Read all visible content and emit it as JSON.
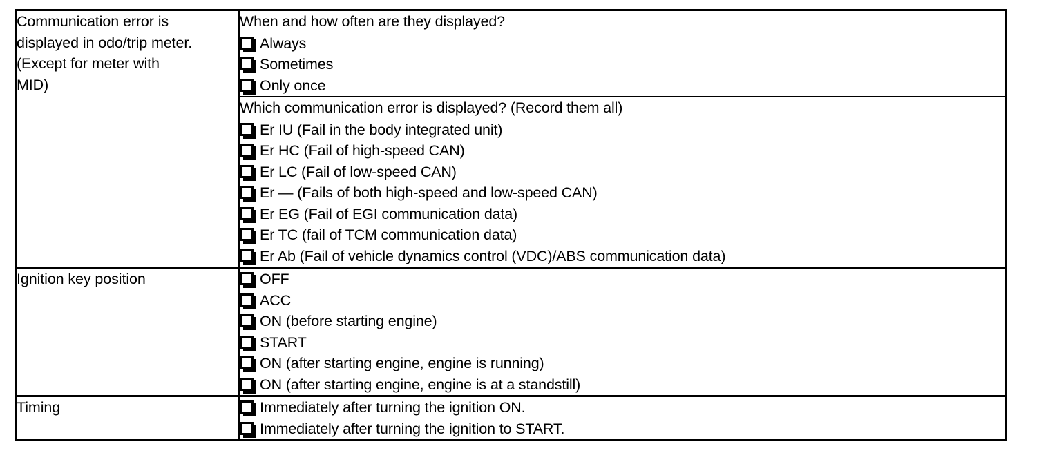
{
  "document": {
    "type": "inspection-checklist-table",
    "checkbox_icon": "empty-checkbox-icon"
  },
  "rows": [
    {
      "label": "Communication error is\ndisplayed in odo/trip meter.\n(Except for meter with\nMID)",
      "blocks": [
        {
          "question": "When and how often are they displayed?",
          "options": [
            "Always",
            "Sometimes",
            "Only once"
          ]
        },
        {
          "question": "Which communication error is displayed? (Record them all)",
          "options": [
            "Er IU (Fail in the body integrated unit)",
            "Er HC (Fail of high-speed CAN)",
            "Er LC (Fail of low-speed CAN)",
            "Er — (Fails of both high-speed and low-speed CAN)",
            "Er EG (Fail of EGI communication data)",
            "Er TC (fail of TCM communication data)",
            "Er Ab (Fail of vehicle dynamics control (VDC)/ABS communication data)"
          ]
        }
      ]
    },
    {
      "label": "Ignition key position",
      "blocks": [
        {
          "question": "",
          "options": [
            "OFF",
            "ACC",
            "ON (before starting engine)",
            "START",
            "ON (after starting engine, engine is running)",
            "ON (after starting engine, engine is at a standstill)"
          ]
        }
      ]
    },
    {
      "label": "Timing",
      "blocks": [
        {
          "question": "",
          "options": [
            "Immediately after turning the ignition ON.",
            "Immediately after turning the ignition to START."
          ]
        }
      ]
    }
  ],
  "colors": {
    "ink": "#000000",
    "paper": "#ffffff"
  }
}
